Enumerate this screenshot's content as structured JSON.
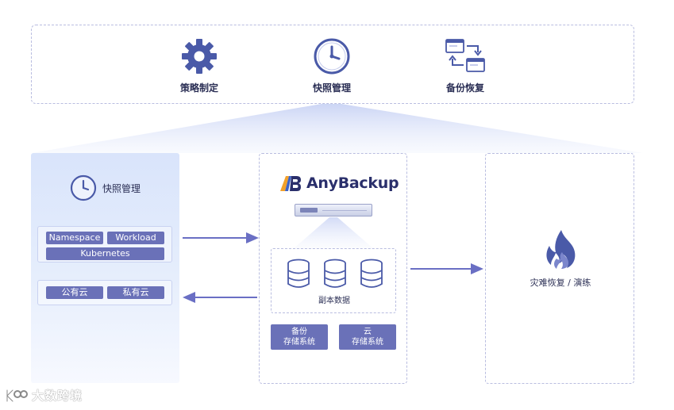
{
  "top_bar": {
    "items": [
      {
        "label": "策略制定",
        "icon": "gear-icon"
      },
      {
        "label": "快照管理",
        "icon": "clock-icon"
      },
      {
        "label": "备份恢复",
        "icon": "backup-restore-icon"
      }
    ]
  },
  "left_panel": {
    "title": "快照管理",
    "group1": {
      "chips": [
        "Namespace",
        "Workload",
        "Kubernetes"
      ]
    },
    "group2": {
      "chips": [
        "公有云",
        "私有云"
      ]
    }
  },
  "center_panel": {
    "brand_name": "AnyBackup",
    "replica_label": "副本数据",
    "storage_buttons": [
      {
        "line1": "备份",
        "line2": "存储系统"
      },
      {
        "line1": "云",
        "line2": "存储系统"
      }
    ]
  },
  "right_panel": {
    "label": "灾难恢复 / 演练",
    "icon": "fire-icon"
  },
  "watermark": {
    "text": "大数跨境"
  },
  "colors": {
    "accent": "#6a71b8",
    "icon_blue": "#4a5aa8",
    "arrow": "#6a6fc4",
    "panel_light": "#dfe8fb"
  }
}
